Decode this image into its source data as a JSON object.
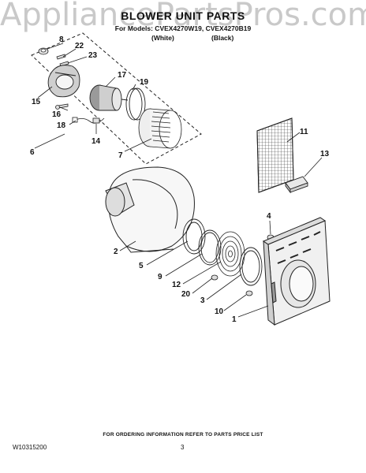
{
  "watermark": "AppliancePartsPros.com",
  "title": "BLOWER UNIT PARTS",
  "models_line": "For Models: CVEX4270W19, CVEX4270B19",
  "variants": [
    "(White)",
    "(Black)"
  ],
  "callouts": [
    "8",
    "22",
    "23",
    "17",
    "19",
    "15",
    "16",
    "18",
    "14",
    "6",
    "7",
    "11",
    "13",
    "4",
    "2",
    "5",
    "9",
    "12",
    "20",
    "3",
    "10",
    "1"
  ],
  "footer_note": "FOR ORDERING INFORMATION REFER TO PARTS PRICE LIST",
  "doc_number": "W10315200",
  "page_number": "3",
  "colors": {
    "line": "#1a1a1a",
    "watermark": "#c9c9c9",
    "part_fill": "#f2f2f2",
    "shade": "#bdbdbd"
  }
}
